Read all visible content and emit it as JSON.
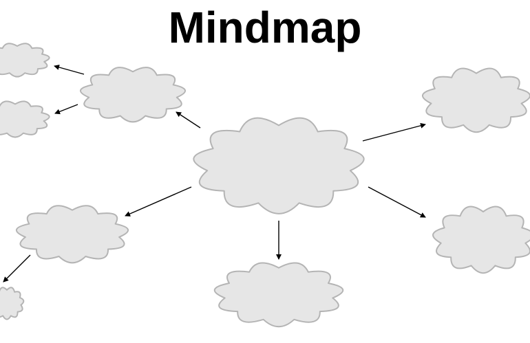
{
  "title": "Mindmap",
  "colors": {
    "cloud_fill": "#e6e6e6",
    "cloud_stroke": "#b4b4b4",
    "arrow": "#000000",
    "background": "#ffffff"
  },
  "nodes": [
    {
      "id": "center",
      "label": ""
    },
    {
      "id": "upper-left",
      "label": ""
    },
    {
      "id": "far-left-top",
      "label": ""
    },
    {
      "id": "far-left-middle",
      "label": ""
    },
    {
      "id": "lower-left",
      "label": ""
    },
    {
      "id": "bottom-left-corner",
      "label": ""
    },
    {
      "id": "bottom-center",
      "label": ""
    },
    {
      "id": "right-top",
      "label": ""
    },
    {
      "id": "right-bottom",
      "label": ""
    }
  ],
  "edges": [
    {
      "from": "center",
      "to": "upper-left"
    },
    {
      "from": "upper-left",
      "to": "far-left-top"
    },
    {
      "from": "upper-left",
      "to": "far-left-middle"
    },
    {
      "from": "center",
      "to": "lower-left"
    },
    {
      "from": "lower-left",
      "to": "bottom-left-corner"
    },
    {
      "from": "center",
      "to": "bottom-center"
    },
    {
      "from": "center",
      "to": "right-top"
    },
    {
      "from": "center",
      "to": "right-bottom"
    }
  ]
}
